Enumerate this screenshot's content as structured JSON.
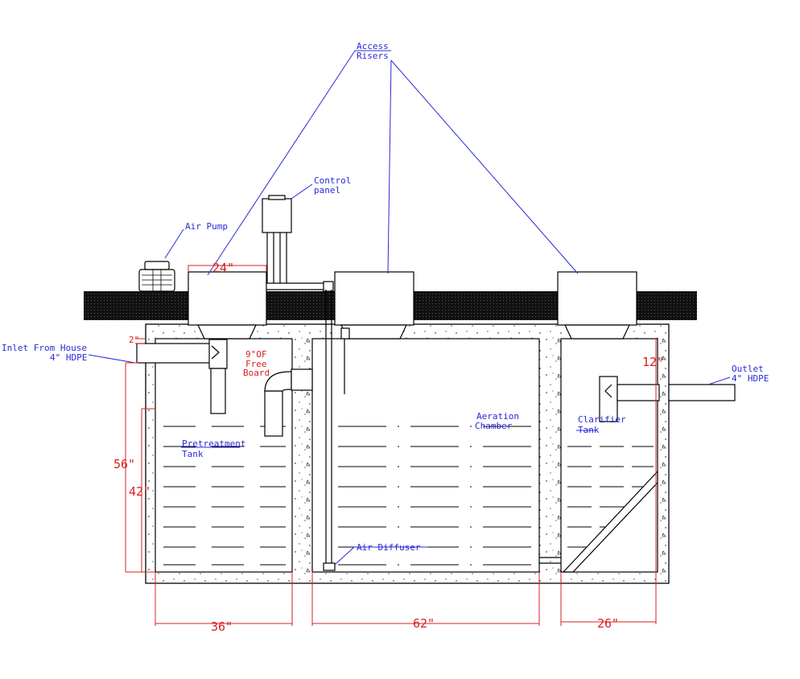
{
  "labels": {
    "access_risers": [
      "Access",
      "Risers"
    ],
    "control_panel": [
      "Control",
      "panel"
    ],
    "air_pump": "Air Pump",
    "inlet": [
      "Inlet From House",
      "4\" HDPE"
    ],
    "outlet": [
      "Outlet",
      "4\" HDPE"
    ],
    "free_board": [
      "9\"OF",
      "Free",
      "Board"
    ],
    "pretreatment_tank": [
      "Pretreatment",
      "Tank"
    ],
    "aeration_chamber": [
      "Aeration",
      "Chamber"
    ],
    "clarifier_tank": [
      "Clarifier",
      "Tank"
    ],
    "air_diffuser": "Air Diffuser"
  },
  "dimensions": {
    "riser_width": "24\"",
    "inlet_drop": "2\"",
    "height_total": "56\"",
    "height_liquid": "42\"",
    "outlet_height": "12\"",
    "pretreatment_width": "36\"",
    "aeration_width": "62\"",
    "clarifier_width": "26\""
  },
  "colors": {
    "annotation": "#2a2ad8",
    "dimension": "#d82020",
    "outline": "#000000",
    "soil": "#111111"
  }
}
